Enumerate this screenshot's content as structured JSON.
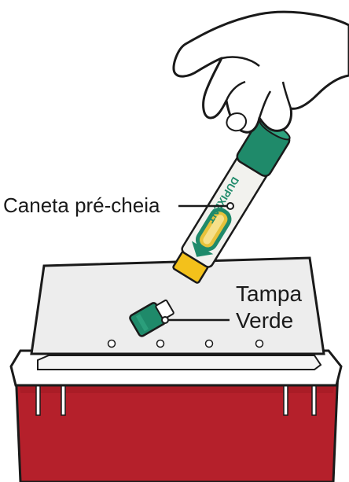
{
  "labels": {
    "pen": "Caneta pré-cheia",
    "cap_line1": "Tampa",
    "cap_line2": "Verde"
  },
  "pen_branding": {
    "brand": "DUPIXENT"
  },
  "colors": {
    "outline": "#1a1a1a",
    "pen_green": "#1f8a6a",
    "pen_body": "#f2f2ee",
    "pen_yellow": "#f3c11b",
    "cap_green": "#1f8a6a",
    "container_red": "#b5202b",
    "lid_grey": "#ededed",
    "skin": "#ffffff"
  },
  "icons": {
    "hand": "hand-icon",
    "pen": "prefilled-pen-icon",
    "cap": "green-cap-icon",
    "container": "sharps-container-icon"
  }
}
